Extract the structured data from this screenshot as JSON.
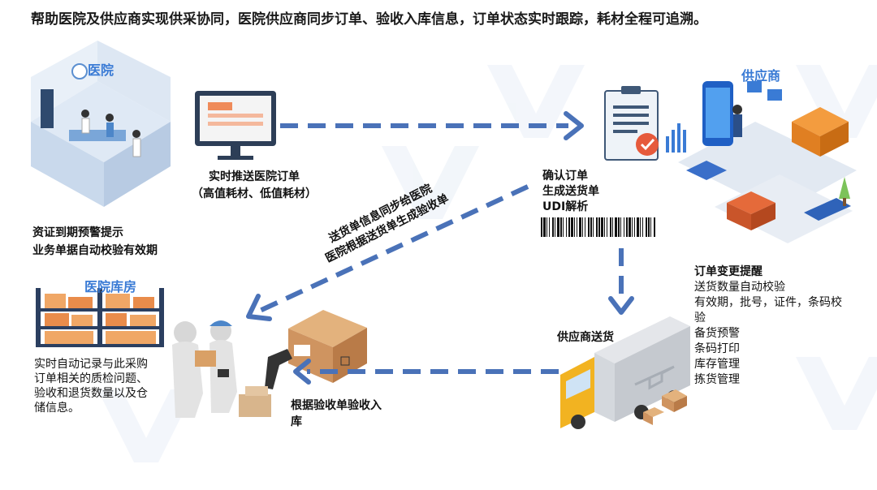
{
  "headline": "帮助医院及供应商实现供采协同，医院供应商同步订单、验收入库信息，订单状态实时跟踪，耗材全程可追溯。",
  "hospital": {
    "label": "医院",
    "notes": [
      "资证到期预警提示",
      "业务单据自动校验有效期"
    ]
  },
  "warehouse": {
    "label": "医院库房",
    "notes": [
      "实时自动记录与此采购",
      "订单相关的质检问题、",
      "验收和退货数量以及仓",
      "储信息。"
    ]
  },
  "push_order": {
    "lines": [
      "实时推送医院订单",
      "（高值耗材、低值耗材）"
    ]
  },
  "confirm": {
    "lines": [
      "确认订单",
      "生成送货单",
      "UDI解析"
    ]
  },
  "supplier": {
    "label": "供应商",
    "change_title": "订单变更提醒",
    "items": [
      "送货数量自动校验",
      "有效期，批号，证件，条码校",
      "验",
      "备货预警",
      "条码打印",
      "库存管理",
      "拣货管理"
    ]
  },
  "sync": {
    "lines": [
      "送货单信息同步给医院",
      "医院根据送货单生成验收单"
    ]
  },
  "delivery": {
    "label": "供应商送货"
  },
  "receive": {
    "lines": [
      "根据验收单验收入",
      "库"
    ]
  },
  "colors": {
    "arrow": "#4a72b8",
    "accent_blue": "#3a7bd5",
    "truck_cab": "#f2b321",
    "box": "#d9a066"
  }
}
